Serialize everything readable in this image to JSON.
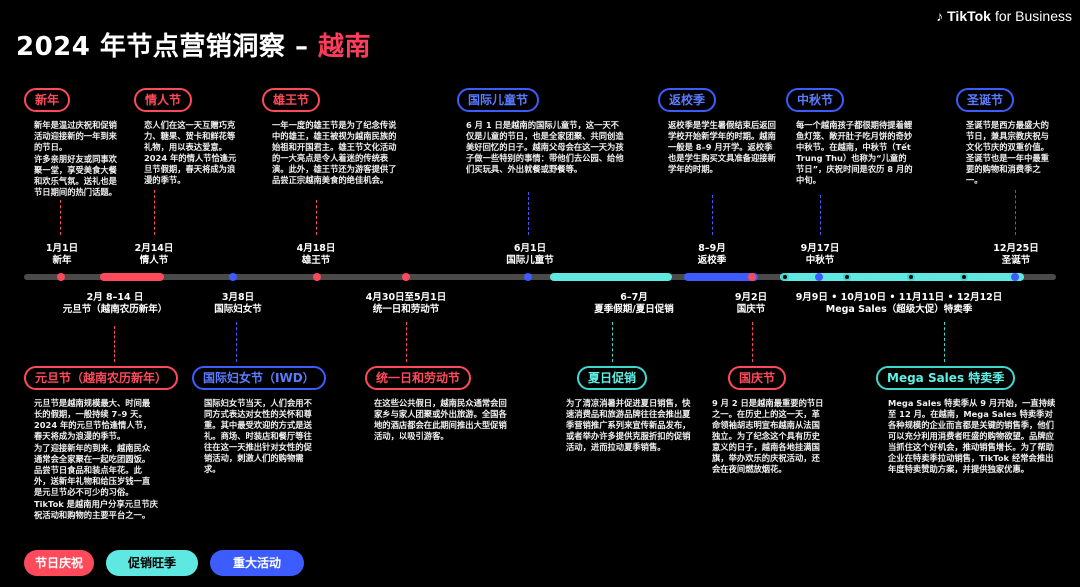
{
  "header": {
    "title_main": "2024 年节点营销洞察 – ",
    "title_highlight": "越南",
    "brand_logo": "TikTok",
    "brand_suffix": "for Business"
  },
  "colors": {
    "festival": "#ff4a5c",
    "promo": "#3fd8d0",
    "major": "#3d5cff"
  },
  "top": [
    {
      "tag": "新年",
      "date": "1月1日",
      "name": "新年",
      "text": [
        "新年是温过庆祝和促销活动迎接新的一年到来的节日。",
        "许多亲朋好友或同事欢聚一堂，享受美食大餐和欢乐气氛。送礼也是节日期间的热门话题。"
      ]
    },
    {
      "tag": "情人节",
      "date": "2月14日",
      "name": "情人节",
      "text": [
        "恋人们在这一天互赠巧克力、糖果、贺卡和鲜花等礼物，用以表达爱意。2024 年的情人节恰逢元旦节假期，春天将成为浪漫的季节。"
      ]
    },
    {
      "tag": "雄王节",
      "date": "4月18日",
      "name": "雄王节",
      "text": [
        "一年一度的雄王节是为了纪念传说中的雄王，雄王被视为越南民族的始祖和开国君主。雄王节文化活动的一大亮点是令人着迷的传统表演。此外，雄王节还为游客提供了品尝正宗越南美食的绝佳机会。"
      ]
    },
    {
      "tag": "国际儿童节",
      "date": "6月1日",
      "name": "国际儿童节",
      "text": [
        "6 月 1 日是越南的国际儿童节，这一天不仅是儿童的节日，也是全家团聚、共同创造美好回忆的日子。越南父母会在这一天为孩子做一些特别的事情：带他们去公园、给他们买玩具、外出就餐或野餐等。"
      ]
    },
    {
      "tag": "返校季",
      "date": "8–9月",
      "name": "返校季",
      "text": [
        "返校季是学生暑假结束后返回学校开始新学年的时期。越南一般是 8–9 月开学。返校季也是学生购买文具准备迎接新学年的时期。"
      ]
    },
    {
      "tag": "中秋节",
      "date": "9月17日",
      "name": "中秋节",
      "text": [
        "每一个越南孩子都很期待提着鲤鱼灯笼、敞开肚子吃月饼的奇妙中秋节。在越南，中秋节（Tết Trung Thu）也称为“儿童的节日”，庆祝时间是农历 8 月的中旬。"
      ]
    },
    {
      "tag": "圣诞节",
      "date": "12月25日",
      "name": "圣诞节",
      "text": [
        "圣诞节是西方最盛大的节日，兼具宗教庆祝与文化节庆的双重价值。圣诞节也是一年中最重要的购物和消费季之一。"
      ]
    }
  ],
  "bottom": [
    {
      "tag": "元旦节（越南农历新年）",
      "date": "2月 8–14 日",
      "name": "元旦节（越南农历新年）",
      "text": [
        "元旦节是越南规模最大、时间最长的假期，一般持续 7–9 天。2024 年的元旦节恰逢情人节，春天将成为浪漫的季节。",
        "为了迎接新年的到来，越南民众通常会全家聚在一起吃团圆饭。品尝节日食品和装点年花。此外，送新年礼物和给压岁钱一直是元旦节必不可少的习俗。",
        "TikTok 是越南用户分享元旦节庆祝活动和购物的主要平台之一。"
      ]
    },
    {
      "tag": "国际妇女节（IWD）",
      "date": "3月8日",
      "name": "国际妇女节",
      "text": [
        "国际妇女节当天，人们会用不同方式表达对女性的关怀和尊重。其中最受欢迎的方式是送礼。商场、时装店和餐厅等往往在这一天推出针对女性的促销活动，刺激人们的购物需求。"
      ]
    },
    {
      "tag": "统一日和劳动节",
      "date": "4月30日至5月1日",
      "name": "统一日和劳动节",
      "text": [
        "在这些公共假日，越南民众通常会回家乡与家人团聚或外出旅游。全国各地的酒店都会在此期间推出大型促销活动，以吸引游客。"
      ]
    },
    {
      "tag": "夏日促销",
      "date": "6–7月",
      "name": "夏季假期/夏日促销",
      "text": [
        "为了清凉消暑并促进夏日销售，快速消费品和旅游品牌往往会推出夏季营销推广系列来宣传新品发布，或者举办许多提供克服折扣的促销活动，进而拉动夏季销售。"
      ]
    },
    {
      "tag": "国庆节",
      "date": "9月2日",
      "name": "国庆节",
      "text": [
        "9 月 2 日是越南最重要的节日之一。在历史上的这一天，革命领袖胡志明宣布越南从法国独立。为了纪念这个具有历史意义的日子，越南各地挂满国旗，举办欢乐的庆祝活动，还会在夜间燃放烟花。"
      ]
    },
    {
      "tag": "Mega Sales 特卖季",
      "date": "9月9日 • 10月10日 • 11月11日 • 12月12日",
      "name": "Mega Sales（超级大促）特卖季",
      "text": [
        "Mega Sales 特卖季从 9 月开始，一直持续至 12 月。在越南，Mega Sales 特卖季对各种规模的企业而言都是关键的销售季，他们可以充分利用消费者旺盛的购物欲望。品牌应当抓住这个好机会，推动销售增长。为了帮助企业在特卖季拉动销售，TikTok 经常会推出年度特卖赞助方案，并提供独家优惠。"
      ]
    }
  ],
  "legend": {
    "festival": "节日庆祝",
    "promo": "促销旺季",
    "major": "重大活动"
  }
}
